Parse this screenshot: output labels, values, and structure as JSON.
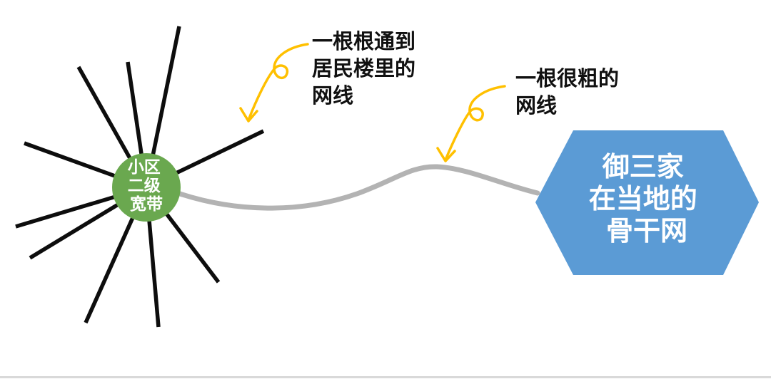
{
  "colors": {
    "hub_fill": "#6aa84f",
    "hexagon_fill": "#5b9bd5",
    "cable": "#b3b3b3",
    "spokes": "#0d0d0d",
    "arrow": "#ffc000",
    "divider": "#d9d9d9",
    "annotation_text": "#111111",
    "node_text": "#ffffff"
  },
  "hub": {
    "label_lines": [
      "小区",
      "二级",
      "宽带"
    ]
  },
  "hexagon": {
    "label_lines": [
      "御三家",
      "在当地的",
      "骨干网"
    ]
  },
  "annotations": {
    "left": {
      "lines": [
        "一根根通到",
        "居民楼里的",
        "网线"
      ]
    },
    "right": {
      "lines": [
        "一根很粗的",
        "网线"
      ]
    }
  }
}
